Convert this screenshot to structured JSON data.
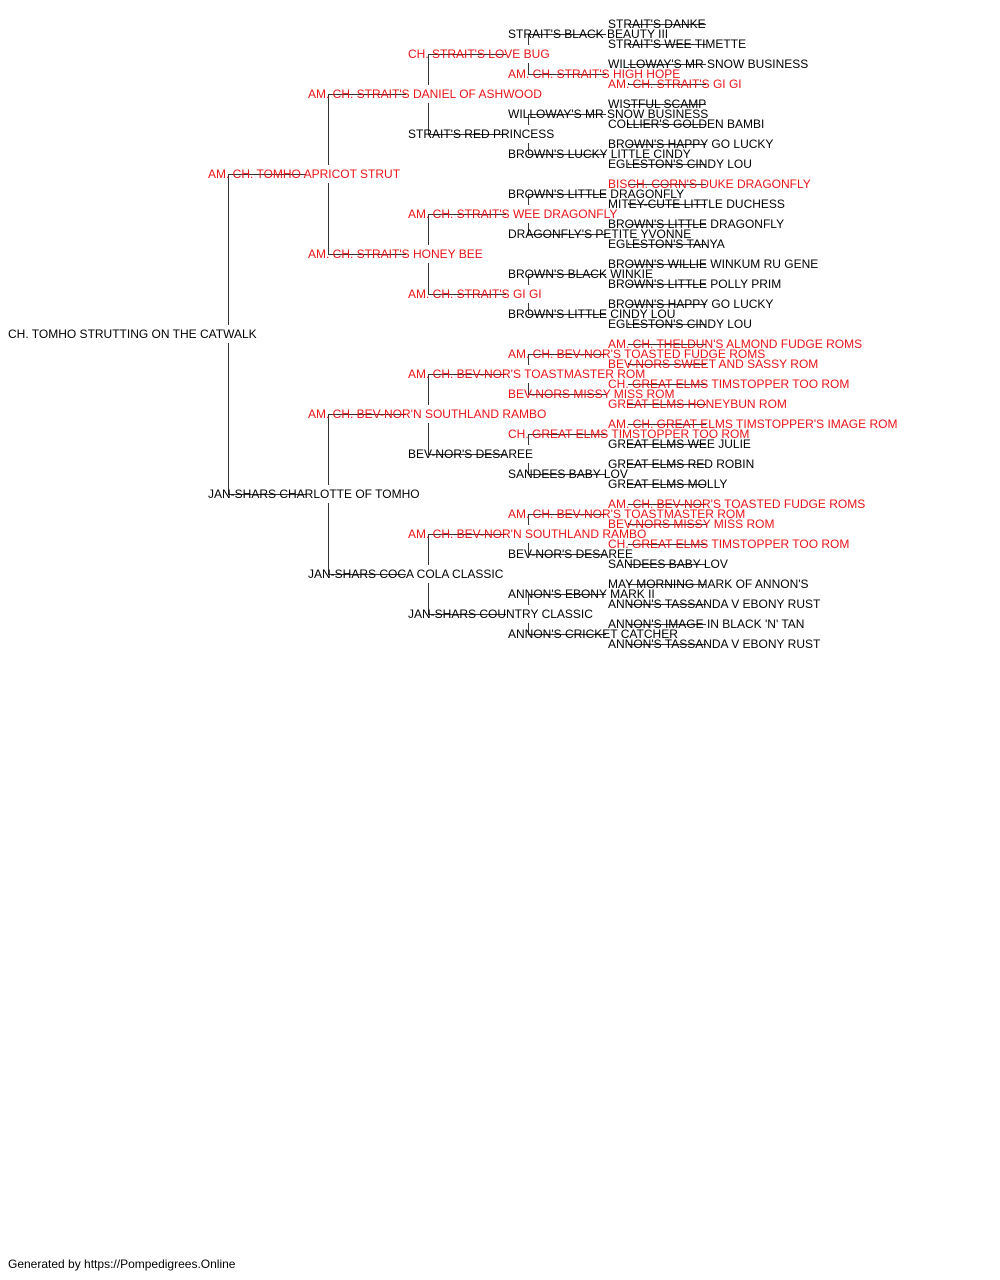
{
  "colors": {
    "champion": "#e8141a",
    "normal": "#000000",
    "line": "#333333"
  },
  "pedigree": {
    "name": "CH. TOMHO STRUTTING ON THE CATWALK",
    "sire": {
      "name": "AM. CH. TOMHO APRICOT STRUT",
      "champ": true,
      "sire": {
        "name": "AM. CH. STRAIT'S DANIEL OF ASHWOOD",
        "champ": true,
        "sire": {
          "name": "CH. STRAIT'S LOVE BUG",
          "champ": true,
          "sire": {
            "name": "STRAIT'S BLACK BEAUTY III",
            "sire": {
              "name": "STRAIT'S DANKE"
            },
            "dam": {
              "name": "STRAIT'S WEE TIMETTE"
            }
          },
          "dam": {
            "name": "AM. CH. STRAIT'S HIGH HOPE",
            "champ": true,
            "sire": {
              "name": "WILLOWAY'S MR SNOW BUSINESS"
            },
            "dam": {
              "name": "AM. CH. STRAIT'S GI GI",
              "champ": true
            }
          }
        },
        "dam": {
          "name": "STRAIT'S RED PRINCESS",
          "sire": {
            "name": "WILLOWAY'S MR SNOW BUSINESS",
            "sire": {
              "name": "WISTFUL SCAMP"
            },
            "dam": {
              "name": "COLLIER'S GOLDEN BAMBI"
            }
          },
          "dam": {
            "name": "BROWN'S LUCKY LITTLE CINDY",
            "sire": {
              "name": "BROWN'S HAPPY GO LUCKY"
            },
            "dam": {
              "name": "EGLESTON'S CINDY LOU"
            }
          }
        }
      },
      "dam": {
        "name": "AM. CH. STRAIT'S HONEY BEE",
        "champ": true,
        "sire": {
          "name": "AM. CH. STRAIT'S WEE DRAGONFLY",
          "champ": true,
          "sire": {
            "name": "BROWN'S LITTLE DRAGONFLY",
            "sire": {
              "name": "BISCH. CORN'S DUKE DRAGONFLY",
              "champ": true
            },
            "dam": {
              "name": "MITEY-CUTE LITTLE DUCHESS"
            }
          },
          "dam": {
            "name": "DRAGONFLY'S PETITE YVONNE",
            "sire": {
              "name": "BROWN'S LITTLE DRAGONFLY"
            },
            "dam": {
              "name": "EGLESTON'S TANYA"
            }
          }
        },
        "dam": {
          "name": "AM. CH. STRAIT'S GI GI",
          "champ": true,
          "sire": {
            "name": "BROWN'S BLACK WINKIE",
            "sire": {
              "name": "BROWN'S WILLIE WINKUM RU GENE"
            },
            "dam": {
              "name": "BROWN'S LITTLE POLLY PRIM"
            }
          },
          "dam": {
            "name": "BROWN'S LITTLE CINDY LOU",
            "sire": {
              "name": "BROWN'S HAPPY GO LUCKY"
            },
            "dam": {
              "name": "EGLESTON'S CINDY LOU"
            }
          }
        }
      }
    },
    "dam": {
      "name": "JAN-SHARS CHARLOTTE OF TOMHO",
      "sire": {
        "name": "AM. CH. BEV-NOR'N SOUTHLAND RAMBO",
        "champ": true,
        "sire": {
          "name": "AM. CH. BEV-NOR'S TOASTMASTER ROM",
          "champ": true,
          "sire": {
            "name": "AM. CH. BEV-NOR'S TOASTED FUDGE ROMS",
            "champ": true,
            "sire": {
              "name": "AM. CH. THELDUN'S ALMOND FUDGE ROMS",
              "champ": true
            },
            "dam": {
              "name": "BEV-NORS SWEET AND SASSY ROM",
              "champ": true
            }
          },
          "dam": {
            "name": "BEV-NORS MISSY MISS ROM",
            "champ": true,
            "sire": {
              "name": "CH. GREAT ELMS TIMSTOPPER TOO ROM",
              "champ": true
            },
            "dam": {
              "name": "GREAT ELMS HONEYBUN ROM",
              "champ": true
            }
          }
        },
        "dam": {
          "name": "BEV-NOR'S DESAREE",
          "sire": {
            "name": "CH. GREAT ELMS TIMSTOPPER TOO ROM",
            "champ": true,
            "sire": {
              "name": "AM. CH. GREAT ELMS TIMSTOPPER'S IMAGE ROM",
              "champ": true
            },
            "dam": {
              "name": "GREAT ELMS WEE JULIE"
            }
          },
          "dam": {
            "name": "SANDEES BABY LOV",
            "sire": {
              "name": "GREAT ELMS RED ROBIN"
            },
            "dam": {
              "name": "GREAT ELMS MOLLY"
            }
          }
        }
      },
      "dam": {
        "name": "JAN-SHARS COCA COLA CLASSIC",
        "sire": {
          "name": "AM. CH. BEV-NOR'N SOUTHLAND RAMBO",
          "champ": true,
          "sire": {
            "name": "AM. CH. BEV-NOR'S TOASTMASTER ROM",
            "champ": true,
            "sire": {
              "name": "AM. CH. BEV-NOR'S TOASTED FUDGE ROMS",
              "champ": true
            },
            "dam": {
              "name": "BEV-NORS MISSY MISS ROM",
              "champ": true
            }
          },
          "dam": {
            "name": "BEV-NOR'S DESAREE",
            "sire": {
              "name": "CH. GREAT ELMS TIMSTOPPER TOO ROM",
              "champ": true
            },
            "dam": {
              "name": "SANDEES BABY LOV"
            }
          }
        },
        "dam": {
          "name": "JAN-SHARS COUNTRY CLASSIC",
          "sire": {
            "name": "ANNON'S EBONY MARK II",
            "sire": {
              "name": "MAY MORNING MARK OF ANNON'S"
            },
            "dam": {
              "name": "ANNON'S TASSANDA V EBONY RUST"
            }
          },
          "dam": {
            "name": "ANNON'S CRICKET CATCHER",
            "sire": {
              "name": "ANNON'S IMAGE IN BLACK 'N' TAN"
            },
            "dam": {
              "name": "ANNON'S TASSANDA V EBONY RUST"
            }
          }
        }
      }
    }
  },
  "footer": "Generated by https://Pompedigrees.Online"
}
